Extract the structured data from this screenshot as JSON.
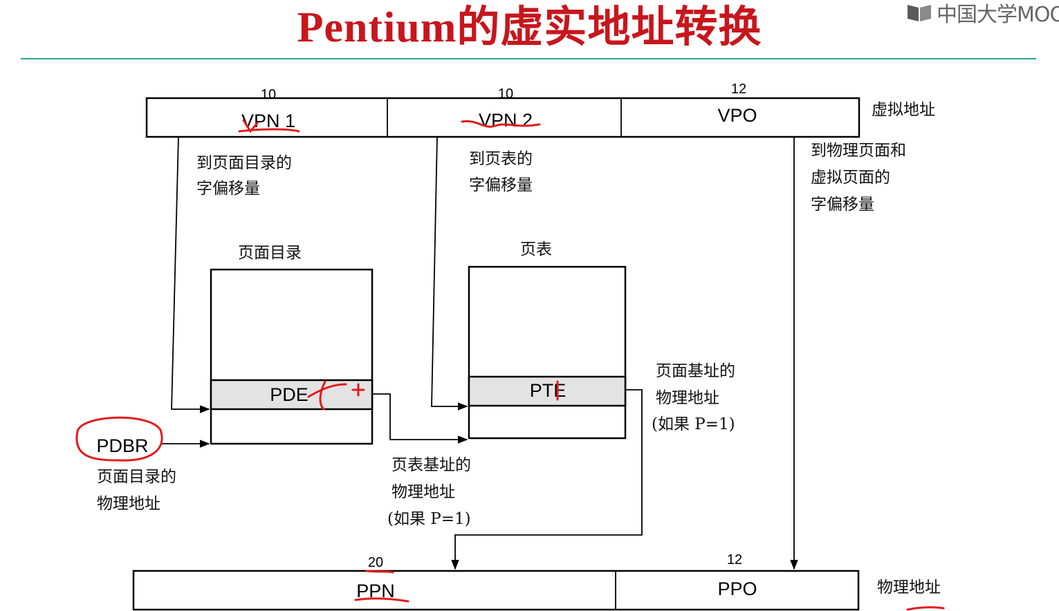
{
  "slide": {
    "title": "Pentium的虚实地址转换",
    "logo_text": "中国大学MOOC",
    "accent_color": "#c8161d",
    "rule_color": "#2aa58d",
    "annotation_color": "#e21b1b"
  },
  "virtual_address": {
    "label": "虚拟地址",
    "fields": [
      {
        "name": "VPN 1",
        "bits": "10"
      },
      {
        "name": "VPN 2",
        "bits": "10"
      },
      {
        "name": "VPO",
        "bits": "12"
      }
    ]
  },
  "physical_address": {
    "label": "物理地址",
    "fields": [
      {
        "name": "PPN",
        "bits": "20"
      },
      {
        "name": "PPO",
        "bits": "12"
      }
    ]
  },
  "page_directory": {
    "title": "页面目录",
    "entry": "PDE"
  },
  "page_table": {
    "title": "页表",
    "entry": "PTE"
  },
  "pdbr": {
    "label": "PDBR",
    "desc": [
      "页面目录的",
      "物理地址"
    ]
  },
  "notes": {
    "vpn1_offset": [
      "到页面目录的",
      "字偏移量"
    ],
    "vpn2_offset": [
      "到页表的",
      "字偏移量"
    ],
    "vpo_offset": [
      "到物理页面和",
      "虚拟页面的",
      "字偏移量"
    ],
    "pt_base": [
      "页表基址的",
      "物理地址",
      "(如果 P=1)"
    ],
    "page_base": [
      "页面基址的",
      "物理地址",
      "(如果 P=1)"
    ]
  }
}
